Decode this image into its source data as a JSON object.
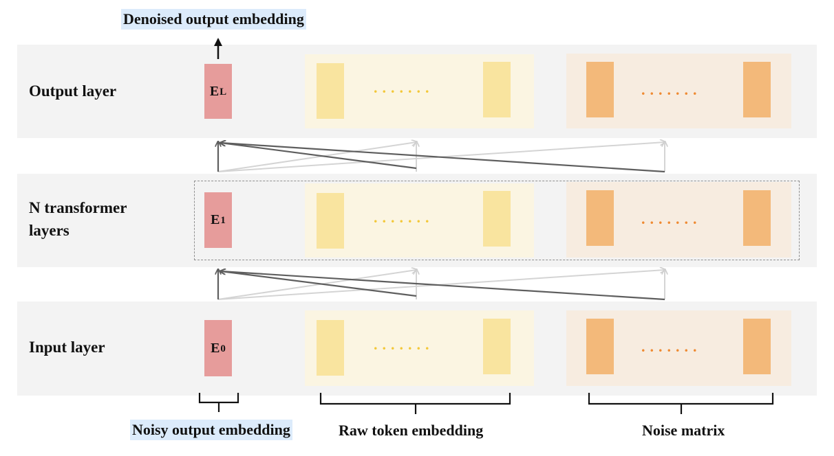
{
  "title_top": "Denoised output embedding",
  "layers": [
    {
      "label": "Output layer",
      "embedding": {
        "letter": "E",
        "sub": "L"
      }
    },
    {
      "label": "N transformer\nlayers",
      "embedding": {
        "letter": "E",
        "sub": "1"
      }
    },
    {
      "label": "Input layer",
      "embedding": {
        "letter": "E",
        "sub": "0"
      }
    }
  ],
  "ellipsis": ".......",
  "bottom_labels": {
    "noisy": "Noisy output embedding",
    "raw": "Raw token embedding",
    "noise": "Noise matrix"
  },
  "colors": {
    "embedding": "#e69c9b",
    "raw_token": "#f9e49f",
    "noise": "#f3b97a",
    "highlight": "#dcebfb"
  }
}
